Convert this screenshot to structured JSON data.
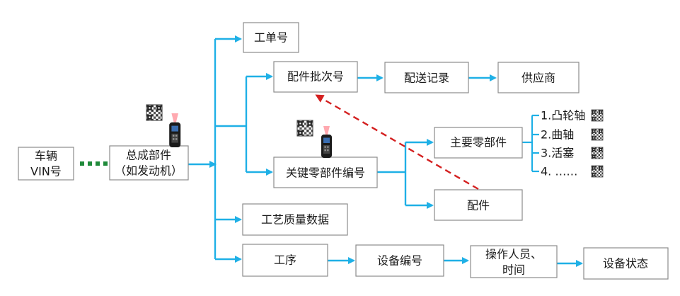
{
  "nodes": {
    "vehicle_vin": [
      "车辆",
      "VIN号"
    ],
    "assembly": [
      "总成部件",
      "（如发动机）"
    ],
    "work_order": "工单号",
    "part_batch": "配件批次号",
    "delivery_record": "配送记录",
    "supplier": "供应商",
    "key_part_no": "关键零部件编号",
    "main_parts": "主要零部件",
    "accessory": "配件",
    "process_quality": "工艺质量数据",
    "procedure": "工序",
    "equipment_no": "设备编号",
    "operator_time": [
      "操作人员、",
      "时间"
    ],
    "equipment_status": "设备状态"
  },
  "main_part_list": [
    "1.凸轮轴",
    "2.曲轴",
    "3.活塞",
    "4. ……"
  ],
  "icons": {
    "qr": "qr-code-icon",
    "scanner": "barcode-scanner-icon",
    "ellipsis": "dotted-ellipsis-icon"
  },
  "colors": {
    "connector": "#1fb0e6",
    "trace_arrow": "#d42020",
    "box_border": "#8c8c8c",
    "dots": "#1f8a3a"
  }
}
